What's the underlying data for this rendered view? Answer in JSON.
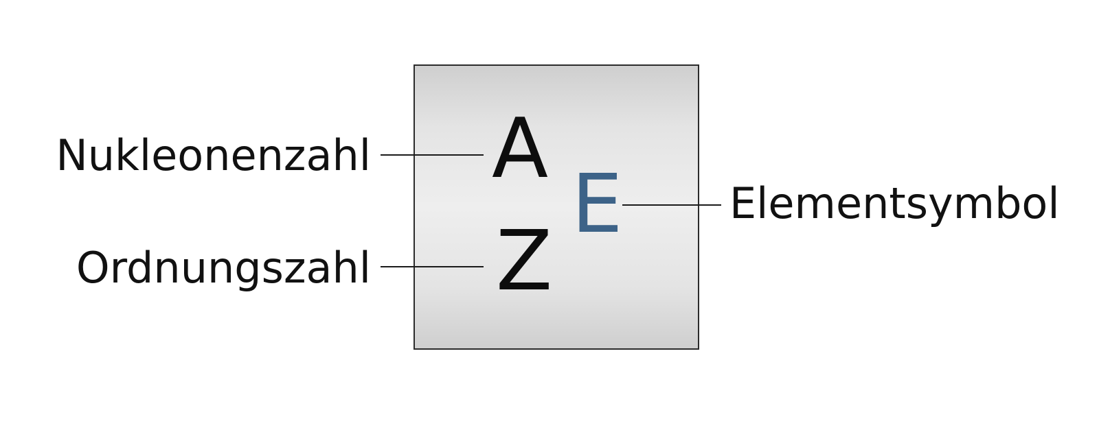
{
  "diagram": {
    "labels": {
      "nucleon_number": "Nukleonenzahl",
      "atomic_number": "Ordnungszahl",
      "element_symbol": "Elementsymbol"
    },
    "symbols": {
      "mass_number": "A",
      "atomic_number": "Z",
      "element": "E"
    },
    "colors": {
      "text": "#111111",
      "element_symbol": "#3d6388",
      "box_border": "#2b2b2b",
      "box_fill": "#e6e6e6"
    }
  }
}
